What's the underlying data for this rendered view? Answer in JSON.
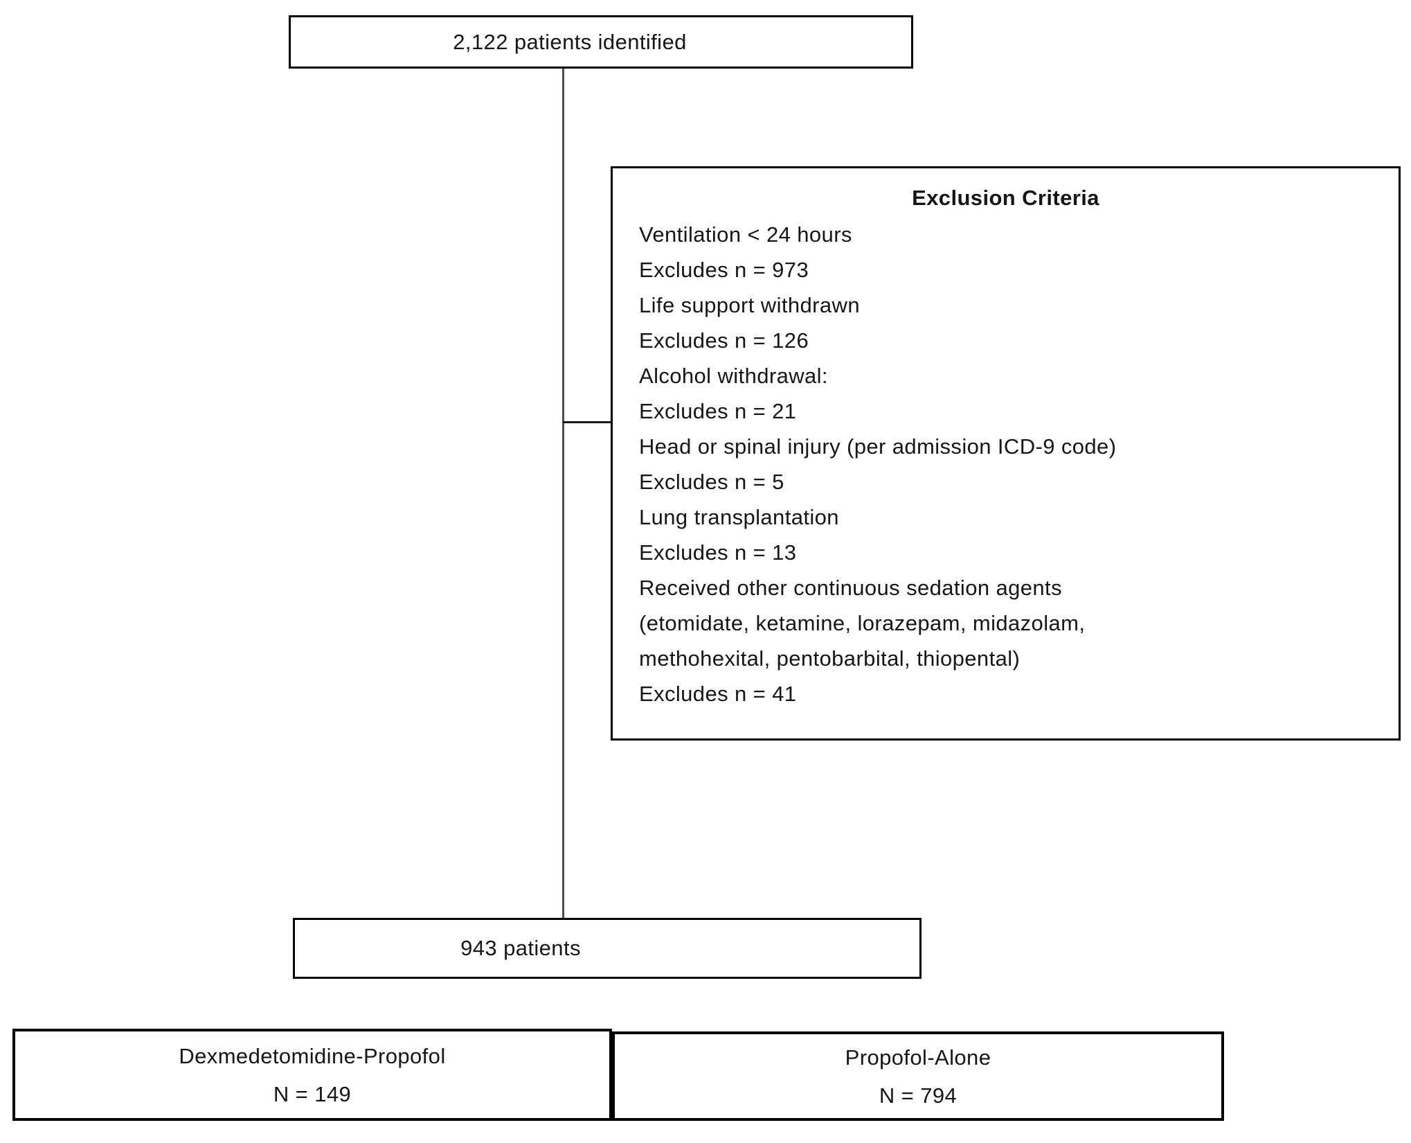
{
  "diagram": {
    "top_box": {
      "label": "2,122 patients identified"
    },
    "exclusion_box": {
      "title": "Exclusion Criteria",
      "lines": [
        "Ventilation < 24 hours",
        "Excludes n = 973",
        "Life support withdrawn",
        "Excludes n = 126",
        "Alcohol withdrawal:",
        "Excludes n = 21",
        "Head or spinal injury (per admission ICD-9 code)",
        "Excludes n = 5",
        "Lung transplantation",
        "Excludes n = 13",
        "Received other continuous sedation agents",
        "(etomidate, ketamine, lorazepam, midazolam,",
        "methohexital, pentobarbital, thiopental)",
        "Excludes n = 41"
      ]
    },
    "middle_box": {
      "label": "943 patients"
    },
    "bottom_left_box": {
      "label": "Dexmedetomidine-Propofol",
      "n_label": "N = 149"
    },
    "bottom_right_box": {
      "label": "Propofol-Alone",
      "n_label": "N = 794"
    },
    "colors": {
      "border": "#000000",
      "connector": "#4d4d4d",
      "background": "#ffffff",
      "text": "#161616"
    }
  }
}
